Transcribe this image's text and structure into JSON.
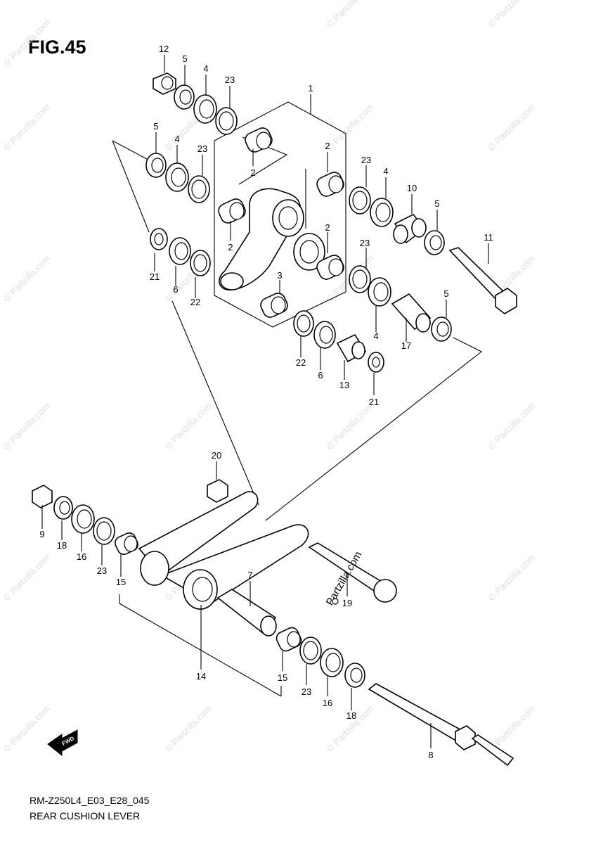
{
  "figure": {
    "title": "FIG.45",
    "code": "RM-Z250L4_E03_E28_045",
    "name": "REAR CUSHION LEVER",
    "direction_badge": "FWD"
  },
  "watermark": {
    "text": "© Partzilla.com",
    "stamp": "Partzilla.com"
  },
  "callouts": [
    "1",
    "2",
    "3",
    "4",
    "5",
    "6",
    "7",
    "8",
    "9",
    "10",
    "11",
    "12",
    "13",
    "14",
    "15",
    "16",
    "17",
    "18",
    "19",
    "20",
    "21",
    "22",
    "23"
  ]
}
